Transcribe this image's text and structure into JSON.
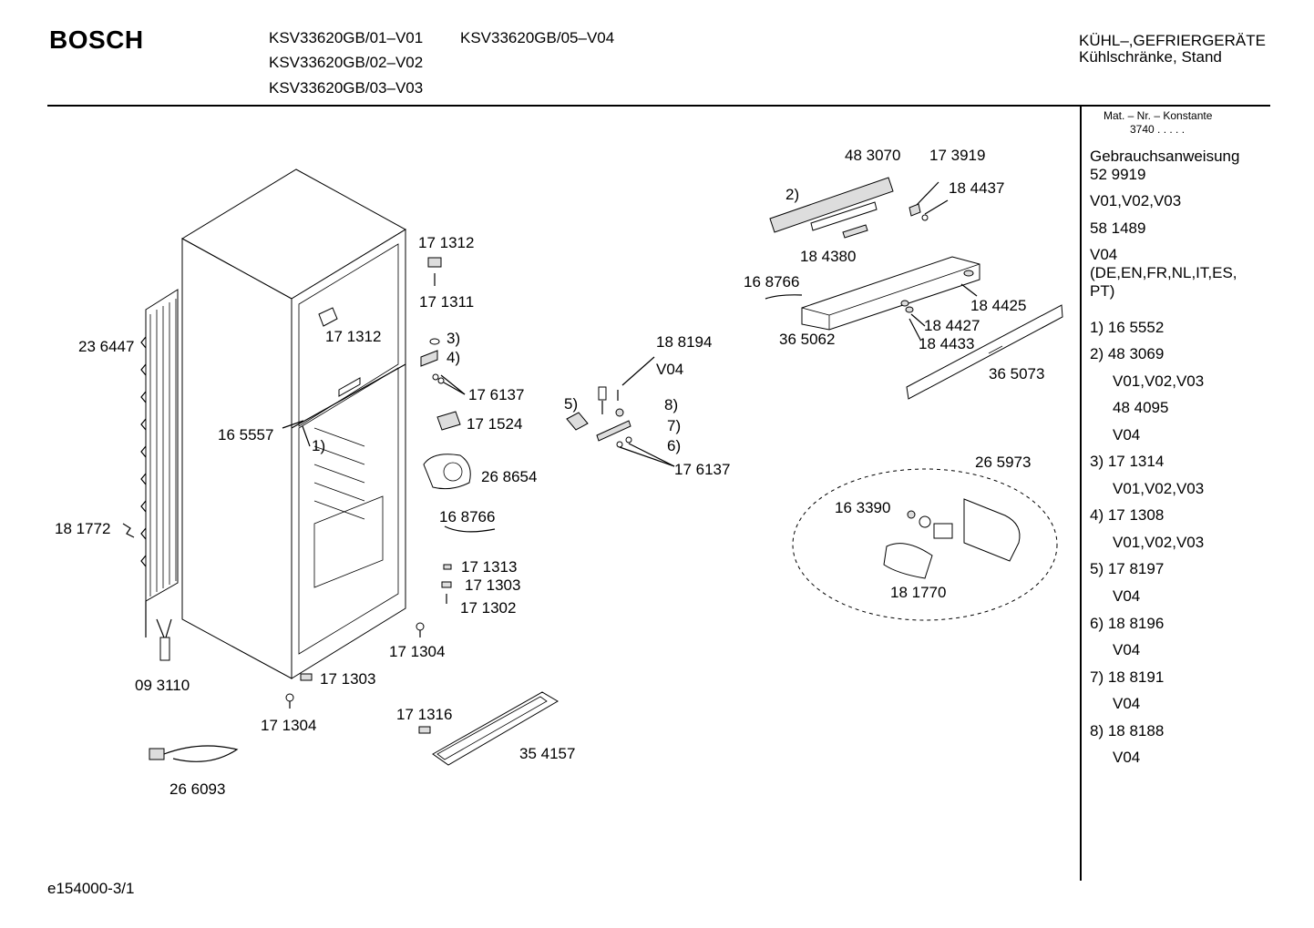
{
  "header": {
    "brand": "BOSCH",
    "models": [
      "KSV33620GB/01–V01",
      "KSV33620GB/05–V04",
      "KSV33620GB/02–V02",
      "KSV33620GB/03–V03"
    ],
    "category_line1": "KÜHL–,GEFRIERGERÄTE",
    "category_line2": "Kühlschränke, Stand"
  },
  "sidebar": {
    "mat_label": "Mat. – Nr. – Konstante",
    "mat_value": "3740  .  .  .  .  .",
    "manual_title": "Gebrauchsanweisung",
    "entries": [
      "52 9919",
      "V01,V02,V03",
      "58 1489",
      "V04",
      "(DE,EN,FR,NL,IT,ES,",
      "PT)",
      "1) 16 5552",
      "2) 48 3069",
      "V01,V02,V03",
      "48 4095",
      "V04",
      "3) 17 1314",
      "V01,V02,V03",
      "4) 17 1308",
      "V01,V02,V03",
      "5) 17 8197",
      "V04",
      "6) 18 8196",
      "V04",
      "7) 18 8191",
      "V04",
      "8) 18 8188",
      "V04"
    ]
  },
  "footer": {
    "drawing_id": "e154000-3/1"
  },
  "diagram": {
    "labels": [
      "23 6447",
      "16 5557",
      "1)",
      "18 1772",
      "09 3110",
      "26 6093",
      "17 1312",
      "17 1311",
      "17 1312",
      "3)",
      "4)",
      "17 6137",
      "17 1524",
      "26 8654",
      "16 8766",
      "17 1313",
      "17 1303",
      "17 1302",
      "17 1304",
      "17 1303",
      "17 1304",
      "17 1316",
      "35 4157",
      "18 8194",
      "V04",
      "5)",
      "8)",
      "7)",
      "6)",
      "17 6137",
      "48 3070",
      "17 3919",
      "2)",
      "18 4437",
      "18 4380",
      "16 8766",
      "36 5062",
      "18 4425",
      "18 4427",
      "18 4433",
      "36 5073",
      "26 5973",
      "16 3390",
      "18 1770"
    ]
  }
}
